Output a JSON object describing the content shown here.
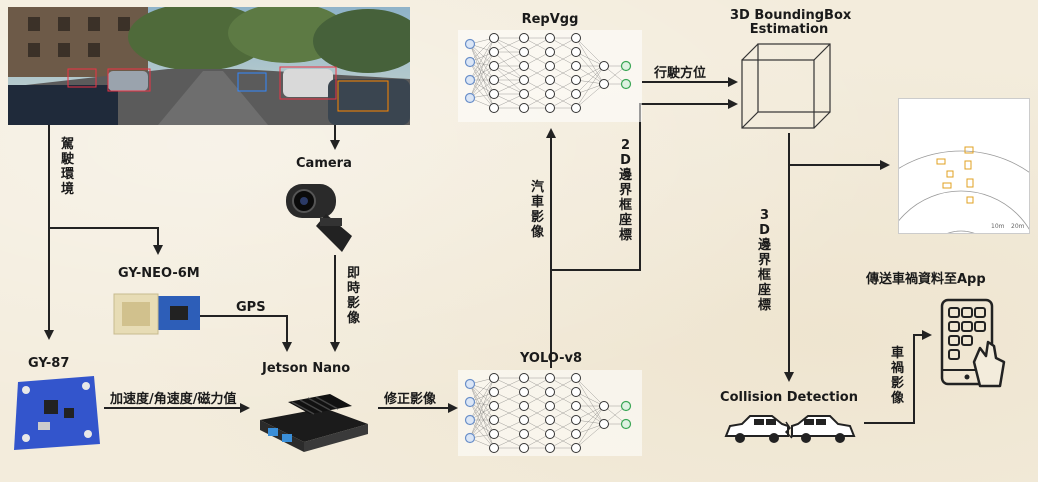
{
  "nodes": {
    "repvgg": "RepVgg",
    "bbox_est_line1": "3D BoundingBox",
    "bbox_est_line2": "Estimation",
    "camera": "Camera",
    "gy_neo": "GY-NEO-6M",
    "gy87": "GY-87",
    "jetson": "Jetson Nano",
    "yolo": "YOLO-v8",
    "collision": "Collision Detection",
    "app": "傳送車禍資料至App"
  },
  "edges": {
    "driving_env": "駕駛環境",
    "realtime_image": "即時影像",
    "gps": "GPS",
    "imu": "加速度/角速度/磁力值",
    "corrected_image": "修正影像",
    "car_image": "汽車影像",
    "bbox2d": "2D邊界框座標",
    "heading": "行駛方位",
    "bbox3d": "3D邊界框座標",
    "accident_image": "車禍影像"
  },
  "radar": {
    "ticks": [
      "10m",
      "20m"
    ]
  },
  "colors": {
    "background": "#f3ecdc",
    "arrow": "#222222",
    "gy87_board": "#3355cc",
    "nn_node": "#6a8fc9",
    "nn_output": "#3aa655"
  }
}
